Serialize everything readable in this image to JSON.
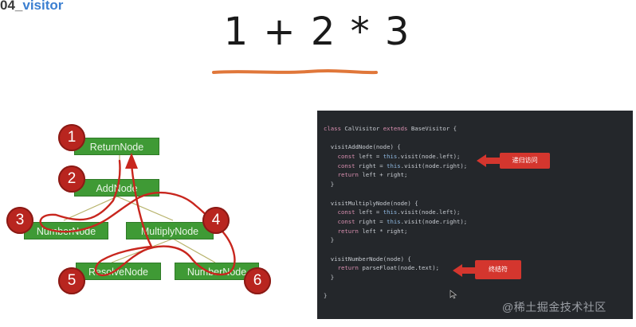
{
  "slide": {
    "number": "04_",
    "name": "visitor"
  },
  "expression": "1 + 2 * 3",
  "tree": {
    "nodes": [
      {
        "id": "return",
        "label": "ReturnNode"
      },
      {
        "id": "add",
        "label": "AddNode"
      },
      {
        "id": "number-left",
        "label": "NumberNode"
      },
      {
        "id": "multiply",
        "label": "MultiplyNode"
      },
      {
        "id": "resolve",
        "label": "ResolveNode"
      },
      {
        "id": "number-right",
        "label": "NumberNode"
      }
    ],
    "badges": [
      "1",
      "2",
      "3",
      "4",
      "5",
      "6"
    ]
  },
  "code": {
    "lines": [
      "class CalVisitor extends BaseVisitor {",
      "",
      "  visitAddNode(node) {",
      "    const left = this.visit(node.left);",
      "    const right = this.visit(node.right);",
      "    return left + right;",
      "  }",
      "",
      "  visitMultiplyNode(node) {",
      "    const left = this.visit(node.left);",
      "    const right = this.visit(node.right);",
      "    return left * right;",
      "  }",
      "",
      "  visitNumberNode(node) {",
      "    return parseFloat(node.text);",
      "  }",
      "",
      "}"
    ],
    "callouts": [
      {
        "id": "recursive",
        "label": "递归访问"
      },
      {
        "id": "terminal",
        "label": "终结符"
      }
    ]
  },
  "watermark": "@稀土掘金技术社区",
  "colors": {
    "node_green": "#3f9a35",
    "badge_red": "#b8251f",
    "path_red": "#c8261e",
    "underline_orange": "#e0773a",
    "slide_blue": "#3b7fd1",
    "code_bg": "#24272b"
  }
}
